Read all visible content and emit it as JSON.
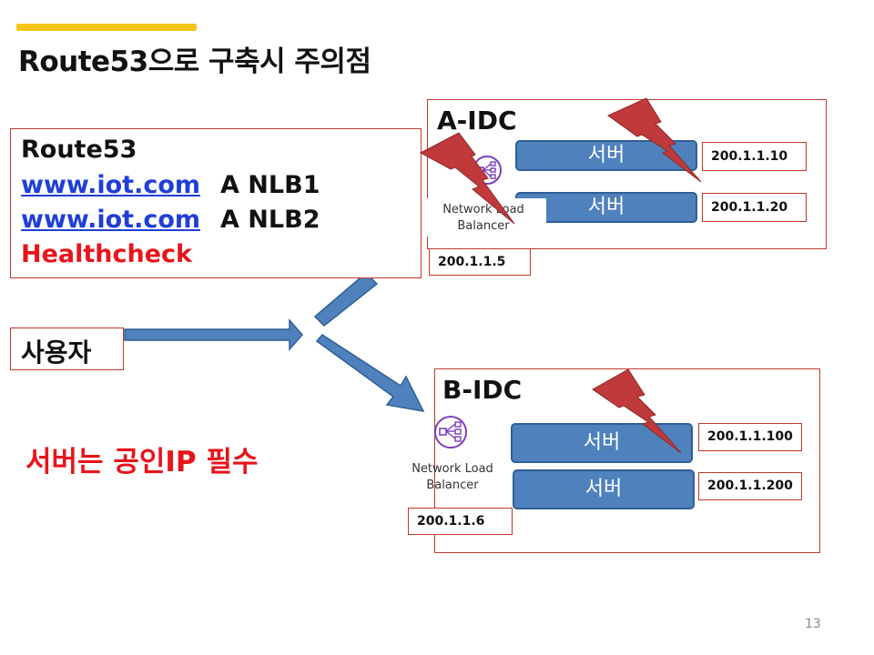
{
  "slide": {
    "title": "Route53으로 구축시 주의점",
    "page_number": "13",
    "accent_color": "#f5c518"
  },
  "route53": {
    "heading": "Route53",
    "records": [
      {
        "domain": "www.iot.com",
        "record": "A NLB1"
      },
      {
        "domain": "www.iot.com",
        "record": "A NLB2"
      }
    ],
    "healthcheck": "Healthcheck"
  },
  "user": {
    "label": "사용자"
  },
  "note": {
    "text": "서버는 공인IP 필수"
  },
  "idc_a": {
    "label": "A-IDC",
    "nlb_label_line1": "Network Load",
    "nlb_label_line2": "Balancer",
    "nlb_ip": "200.1.1.5",
    "servers": [
      {
        "label": "서버",
        "ip": "200.1.1.10"
      },
      {
        "label": "서버",
        "ip": "200.1.1.20"
      }
    ]
  },
  "idc_b": {
    "label": "B-IDC",
    "nlb_label_line1": "Network Load",
    "nlb_label_line2": "Balancer",
    "nlb_ip": "200.1.1.6",
    "servers": [
      {
        "label": "서버",
        "ip": "200.1.1.100"
      },
      {
        "label": "서버",
        "ip": "200.1.1.200"
      }
    ]
  },
  "icons": {
    "nlb": "network-load-balancer-icon",
    "failure": "lightning-bolt-icon",
    "arrow": "arrow-icon"
  },
  "colors": {
    "server_fill": "#4f81bd",
    "box_border": "#c0392b",
    "alert_red": "#e8141b",
    "link_blue": "#1f3fd6",
    "bolt_fill": "#c0393b",
    "nlb_icon": "#7b3fbf"
  }
}
